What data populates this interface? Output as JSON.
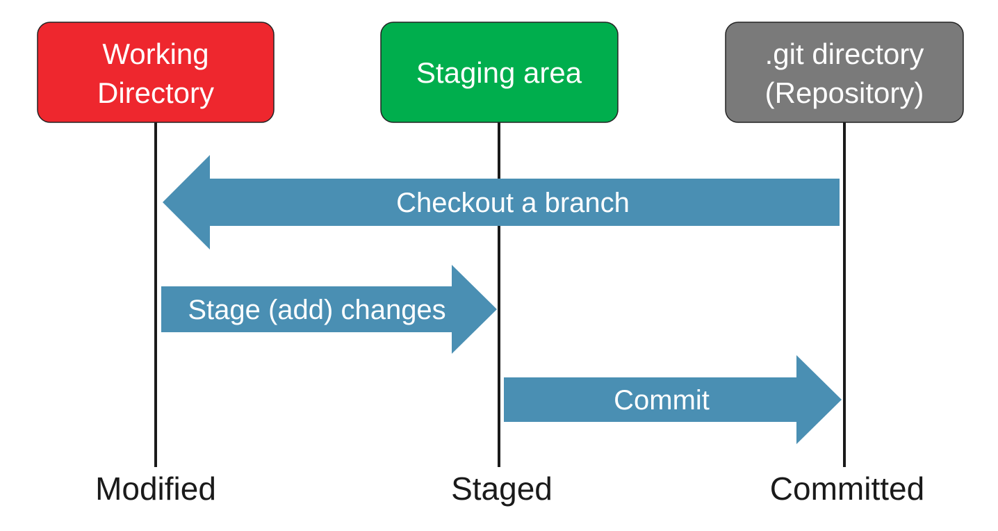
{
  "colors": {
    "working_directory": "#ee272e",
    "staging_area": "#00ae4d",
    "repository": "#7a7a7a",
    "arrow": "#4a8fb3",
    "lifeline": "#1a1a1a",
    "box_border": "#222222"
  },
  "areas": {
    "working_directory": {
      "line1": "Working",
      "line2": "Directory"
    },
    "staging_area": {
      "line1": "Staging area"
    },
    "repository": {
      "line1": ".git directory",
      "line2": "(Repository)"
    }
  },
  "arrows": {
    "checkout": {
      "label": "Checkout a branch",
      "direction": "left"
    },
    "stage": {
      "label": "Stage (add) changes",
      "direction": "right"
    },
    "commit": {
      "label": "Commit",
      "direction": "right"
    }
  },
  "states": {
    "modified": "Modified",
    "staged": "Staged",
    "committed": "Committed"
  }
}
